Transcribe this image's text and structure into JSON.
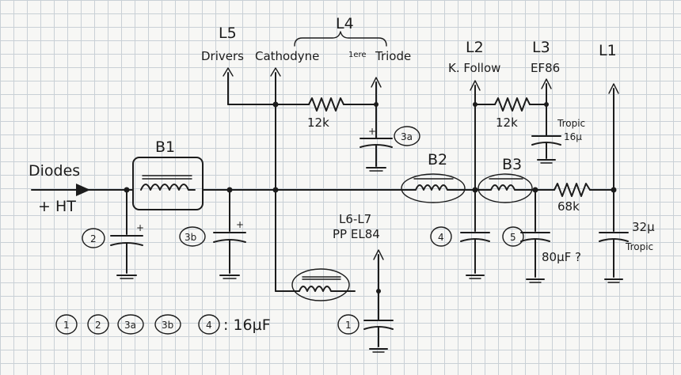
{
  "labels": {
    "l5": "L5",
    "l4": "L4",
    "l2": "L2",
    "l3": "L3",
    "l1": "L1",
    "drivers": "Drivers",
    "cathodyne": "Cathodyne",
    "triode_first": "1ere",
    "triode": "Triode",
    "k_follow": "K. Follow",
    "ef86": "EF86",
    "diodes": "Diodes",
    "ht": "+ HT",
    "b1": "B1",
    "b2": "B2",
    "b3": "B3",
    "l6_l7": "L6-L7",
    "pp_el84": "PP EL84",
    "res_12k_a": "12k",
    "res_12k_b": "12k",
    "res_68k": "68k",
    "tropic_a": "Tropic",
    "cap_16u": "16µ",
    "cap_32u": "32µ",
    "tropic_b": "Tropic",
    "cap_80u": "80µF ?",
    "cap_3a": "3a",
    "cap_3b": "3b",
    "cap_2": "2",
    "cap_4": "4",
    "cap_5": "5",
    "cap_1": "1",
    "plus": "+",
    "legend": {
      "items": [
        "1",
        "2",
        "3a",
        "3b",
        "4"
      ],
      "value": ": 16µF"
    }
  },
  "colors": {
    "ink": "#1c1c1c",
    "grid": "#c9d0d6",
    "paper": "#f7f7f5"
  }
}
